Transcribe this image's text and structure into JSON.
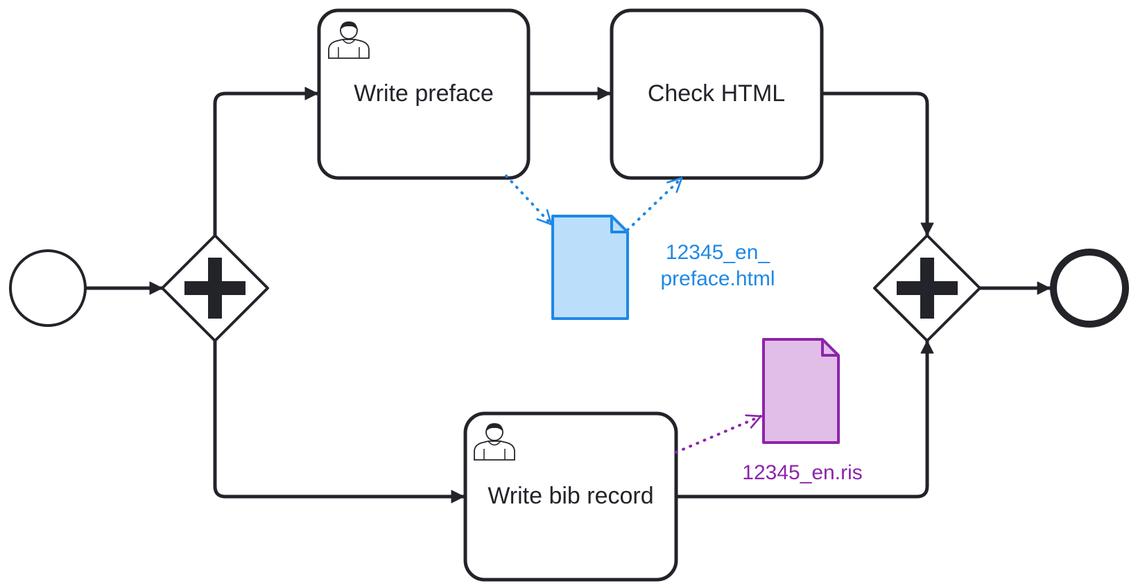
{
  "tasks": {
    "write_preface": {
      "label": "Write preface",
      "type": "user-task"
    },
    "check_html": {
      "label": "Check HTML",
      "type": "task"
    },
    "write_bib_record": {
      "label": "Write bib record",
      "type": "user-task"
    }
  },
  "data_objects": {
    "preface_html": {
      "label_line1": "12345_en_",
      "label_line2": "preface.html",
      "stroke": "#1e88e5",
      "fill": "#bbdefb"
    },
    "ris_file": {
      "label": "12345_en.ris",
      "stroke": "#8e24aa",
      "fill": "#e1bee7"
    }
  },
  "colors": {
    "stroke": "#22242a",
    "background": "#ffffff"
  }
}
